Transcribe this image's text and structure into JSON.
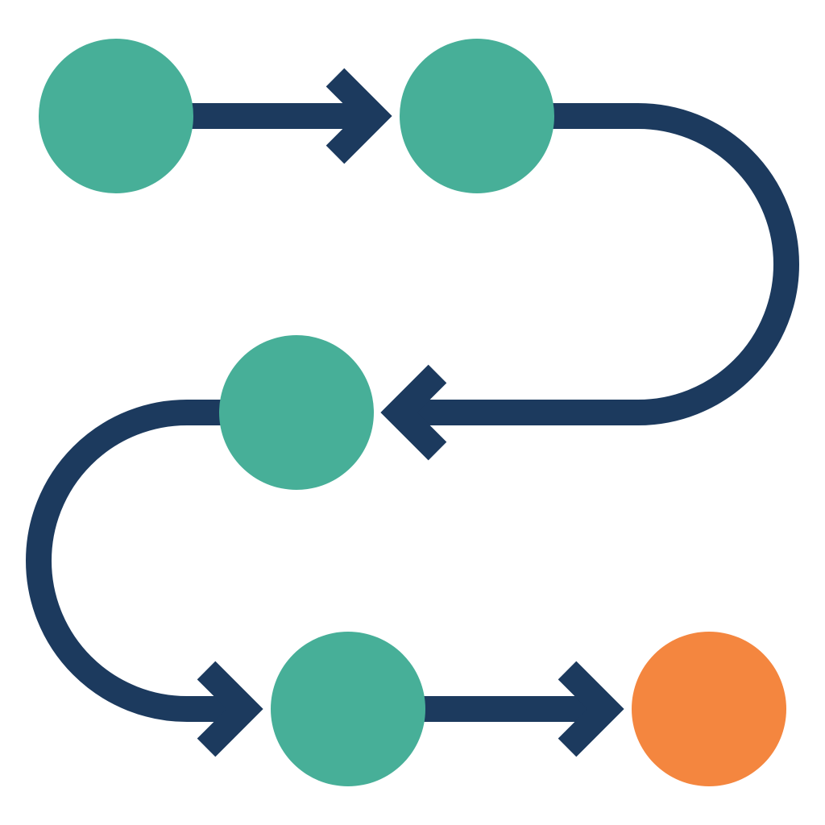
{
  "diagram": {
    "kind": "process-flow",
    "colors": {
      "background": "#ffffff",
      "path": "#1c3a5e",
      "step": "#47af98",
      "goal": "#f4863f"
    },
    "icons": {
      "path": "winding-path-icon",
      "arrow": "arrowhead-icon",
      "step": "step-node-icon",
      "goal": "goal-node-icon"
    },
    "nodes": [
      {
        "id": "step-1",
        "role": "step"
      },
      {
        "id": "step-2",
        "role": "step"
      },
      {
        "id": "step-3",
        "role": "step"
      },
      {
        "id": "step-4",
        "role": "step"
      },
      {
        "id": "goal",
        "role": "goal"
      }
    ],
    "connections": [
      {
        "from": "step-1",
        "to": "step-2",
        "arrow": true
      },
      {
        "from": "step-2",
        "to": "step-3",
        "arrow": true
      },
      {
        "from": "step-3",
        "to": "step-4",
        "arrow": true
      },
      {
        "from": "step-4",
        "to": "goal",
        "arrow": true
      }
    ]
  }
}
